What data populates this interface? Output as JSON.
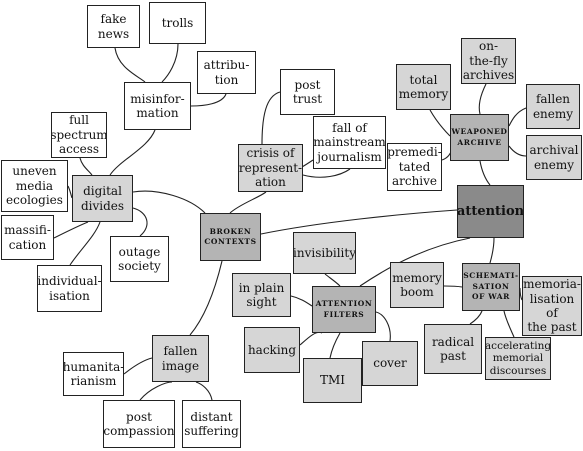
{
  "nodes": {
    "fake_news": "fake\nnews",
    "trolls": "trolls",
    "attribution": "attribu-\ntion",
    "misinformation": "misinfor-\nmation",
    "post_trust": "post\ntrust",
    "fall_of_mainstream": "fall of\nmainstream\njournalism",
    "crisis": "crisis of\nrepresent-\nation",
    "total_memory": "total\nmemory",
    "on_the_fly": "on-\nthe-fly\narchives",
    "fallen_enemy": "fallen\nenemy",
    "archival_enemy": "archival\nenemy",
    "weaponed_archive": "Weaponed\nArchive",
    "premeditated": "premedi-\ntated\narchive",
    "attention": "attention",
    "full_spectrum": "full\nspectrum\naccess",
    "uneven_media": "uneven\nmedia\necologies",
    "digital_divides": "digital\ndivides",
    "massification": "massifi-\ncation",
    "outage_society": "outage\nsociety",
    "individualisation": "individual-\nisation",
    "broken_contexts": "Broken\nContexts",
    "invisibility": "invisibility",
    "in_plain_sight": "in plain\nsight",
    "attention_filters": "Attention\nFilters",
    "hacking": "hacking",
    "tmi": "TMI",
    "cover": "cover",
    "memory_boom": "memory\nboom",
    "schematisation": "Schemati-\nsation\nof War",
    "memorialisation": "memoria-\nlisation of\nthe past",
    "radical_past": "radical\npast",
    "accelerating": "accelerating\nmemorial\ndiscourses",
    "humanitarianism": "humanita-\nrianism",
    "fallen_image": "fallen\nimage",
    "post_compassion": "post\ncompassion",
    "distant_suffering": "distant\nsuffering"
  },
  "colors": {
    "white_node": "#ffffff",
    "light_node": "#d6d6d6",
    "mid_node": "#b4b4b4",
    "dark_node": "#8a8a8a",
    "line": "#222222"
  }
}
